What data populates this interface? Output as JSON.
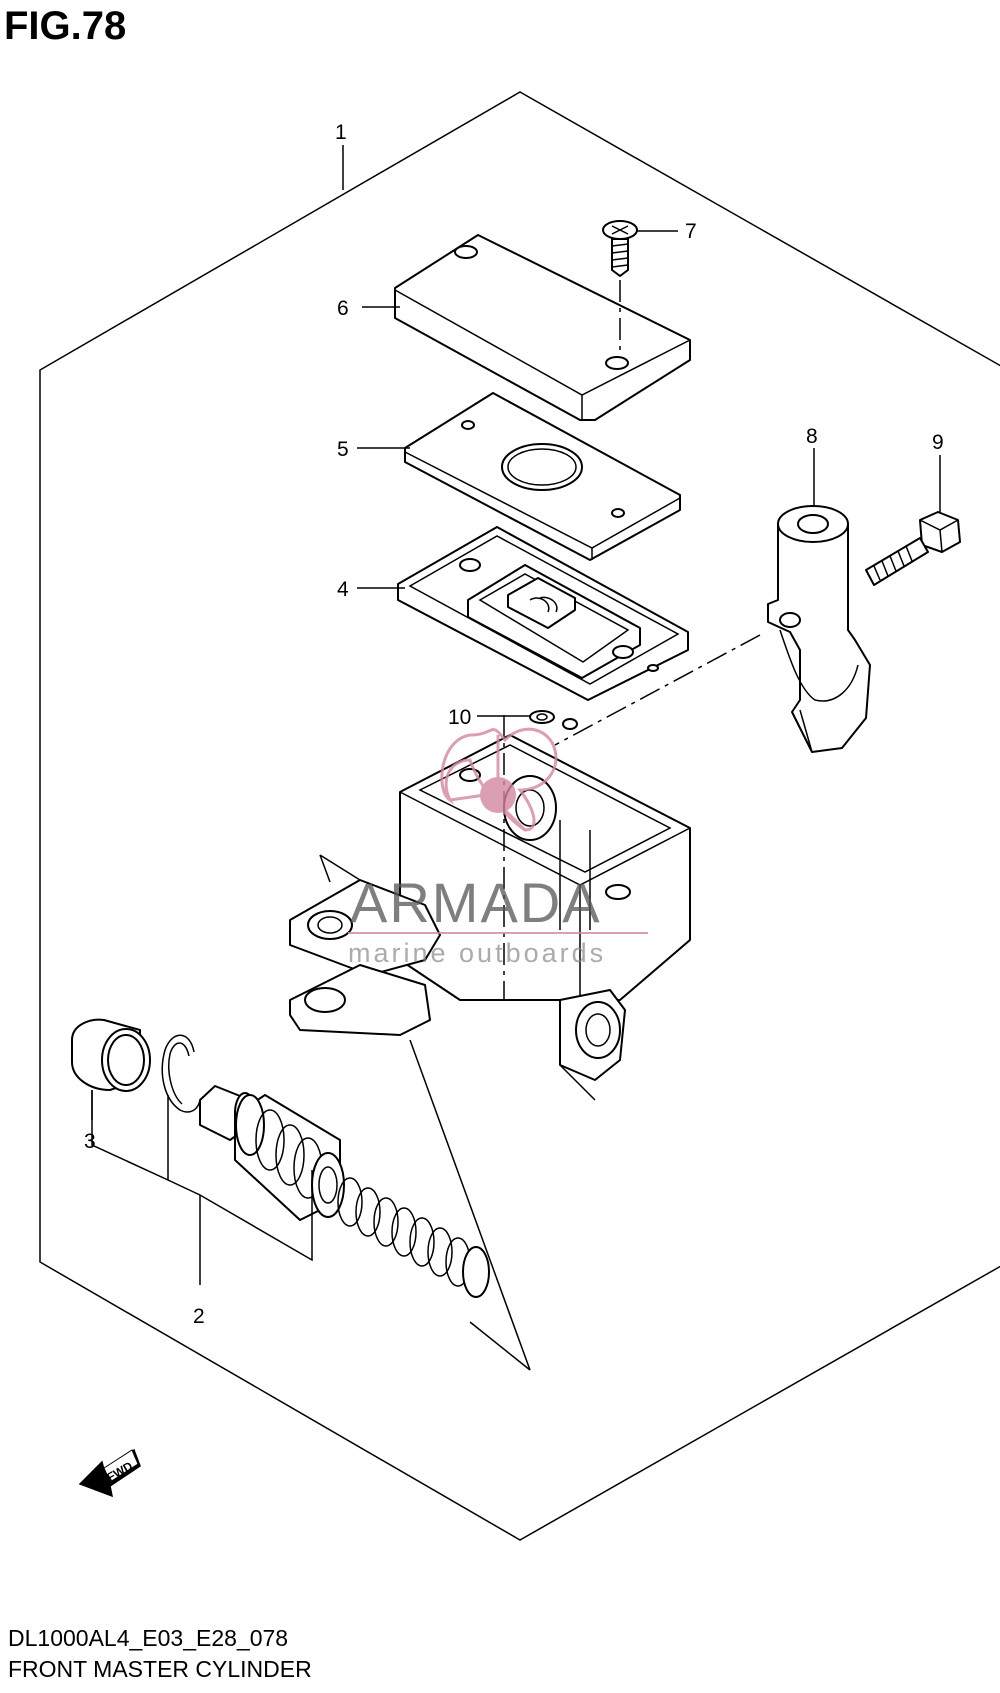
{
  "figure": {
    "title": "FIG.78",
    "code": "DL1000AL4_E03_E28_078",
    "caption": "FRONT MASTER CYLINDER"
  },
  "callouts": [
    {
      "id": "c1",
      "label": "1"
    },
    {
      "id": "c2",
      "label": "2"
    },
    {
      "id": "c3",
      "label": "3"
    },
    {
      "id": "c4",
      "label": "4"
    },
    {
      "id": "c5",
      "label": "5"
    },
    {
      "id": "c6",
      "label": "6"
    },
    {
      "id": "c7",
      "label": "7"
    },
    {
      "id": "c8",
      "label": "8"
    },
    {
      "id": "c9",
      "label": "9"
    },
    {
      "id": "c10",
      "label": "10"
    }
  ],
  "fwd_arrow": {
    "label": "FWD"
  },
  "watermark": {
    "brand": "ARMADA",
    "tagline": "marine outboards",
    "accent_color": "#d4869f"
  },
  "colors": {
    "line": "#000000",
    "background": "#ffffff"
  }
}
